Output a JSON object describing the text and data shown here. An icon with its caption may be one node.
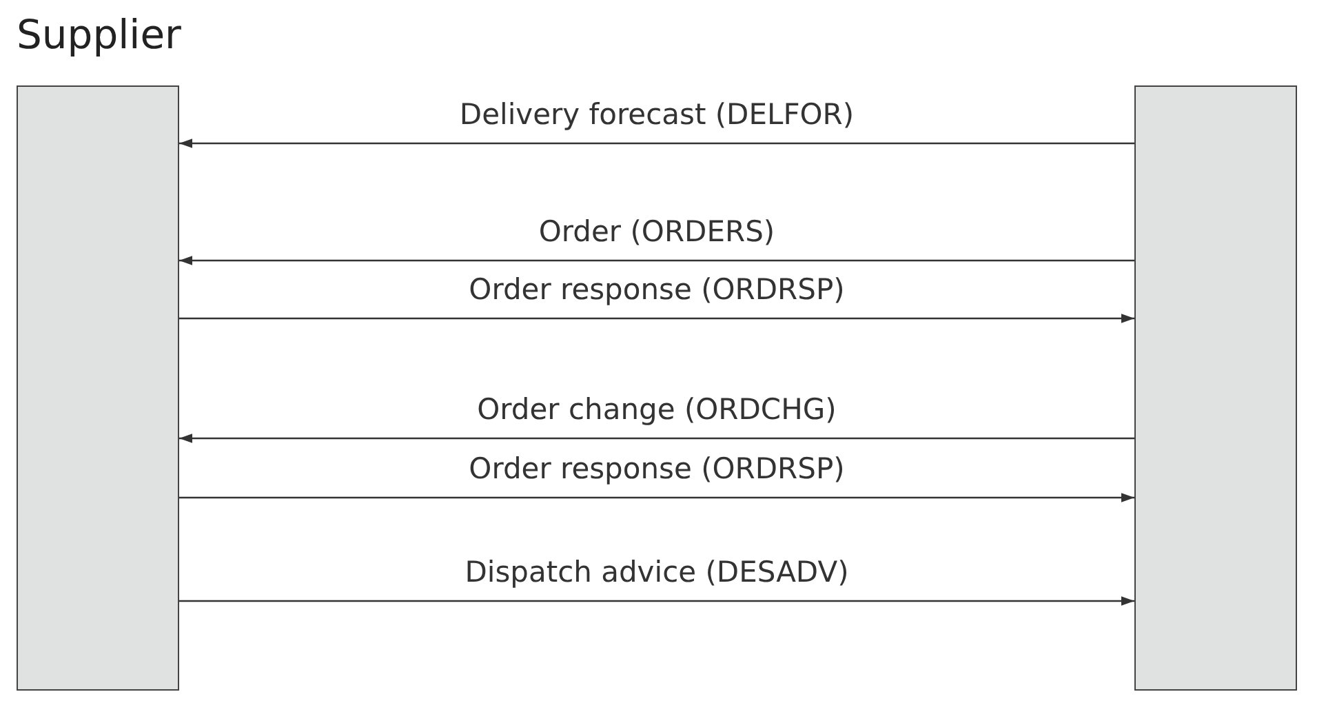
{
  "diagram": {
    "nodes": [
      {
        "text": [
          "Supplier"
        ]
      },
      {
        "text": [],
        "shape": "bar"
      }
    ],
    "edges": [
      {
        "from": 1,
        "to": 0,
        "arrow": "to",
        "label": "Delivery forecast (DELFOR)"
      },
      {
        "from": 1,
        "to": 0,
        "arrow": "to",
        "label": "Order (ORDERS)"
      },
      {
        "from": 0,
        "to": 1,
        "arrow": "to",
        "label": "Order response (ORDRSP)"
      },
      {
        "from": 1,
        "to": 0,
        "arrow": "to",
        "label": "Order change (ORDCHG)"
      },
      {
        "from": 0,
        "to": 1,
        "arrow": "to",
        "label": "Order response (ORDRSP)"
      },
      {
        "from": 0,
        "to": 1,
        "arrow": "to",
        "label": "Dispatch advice (DESADV)"
      }
    ]
  }
}
